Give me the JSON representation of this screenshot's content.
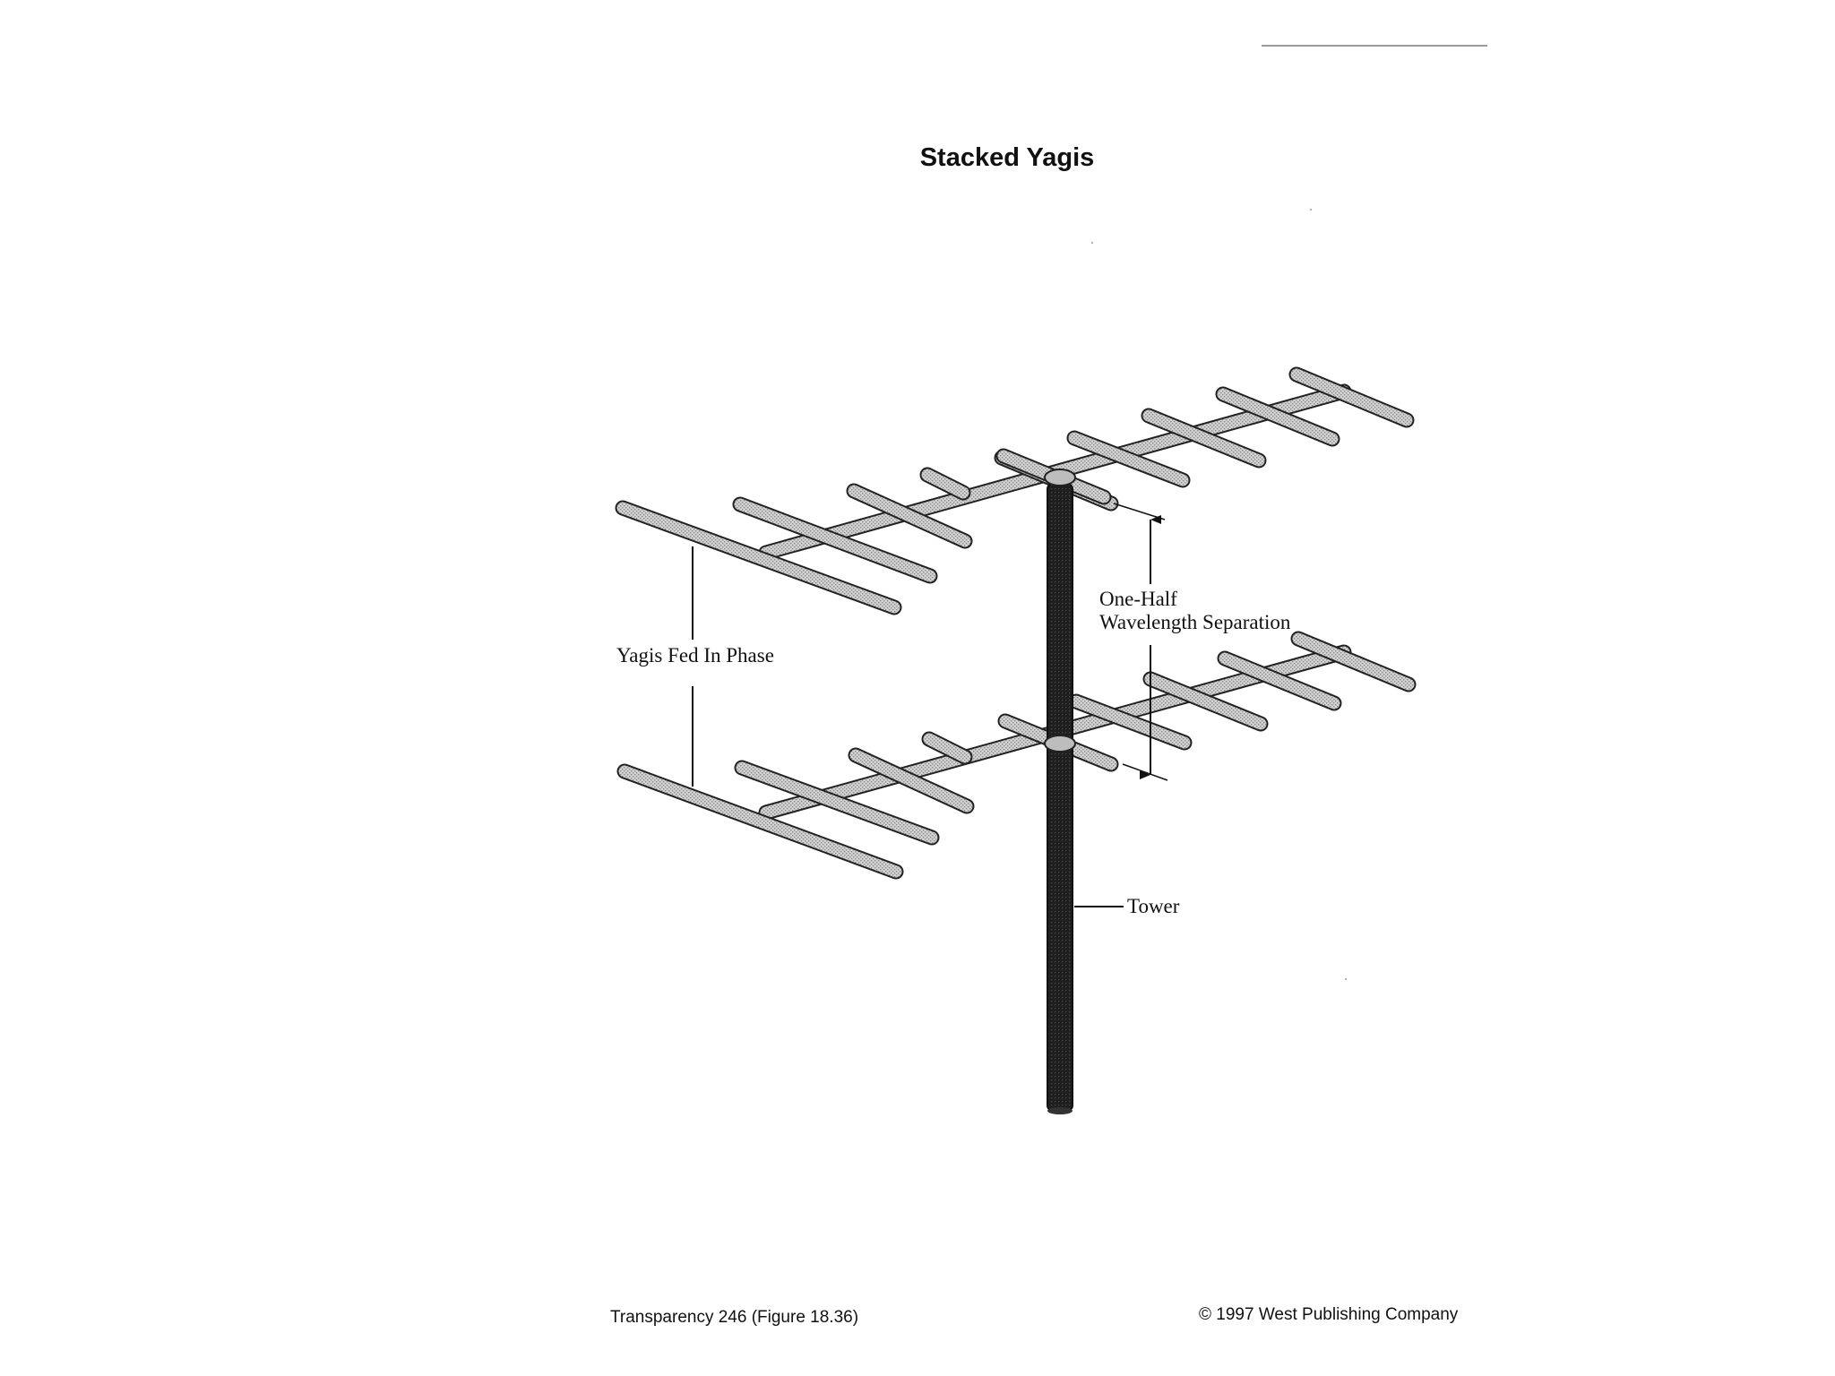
{
  "header": {
    "title": "Stacked Yagis"
  },
  "diagram": {
    "labels": {
      "phase": "Yagis Fed In Phase",
      "separation_line1": "One-Half",
      "separation_line2": "Wavelength Separation",
      "tower": "Tower"
    },
    "colors": {
      "element_fill": "#c4c4c4",
      "element_outline": "#2a2a2a",
      "tower_fill": "#1c1c1c",
      "line": "#111111"
    }
  },
  "footer": {
    "left": "Transparency 246 (Figure 18.36)",
    "right": "© 1997 West Publishing Company"
  }
}
